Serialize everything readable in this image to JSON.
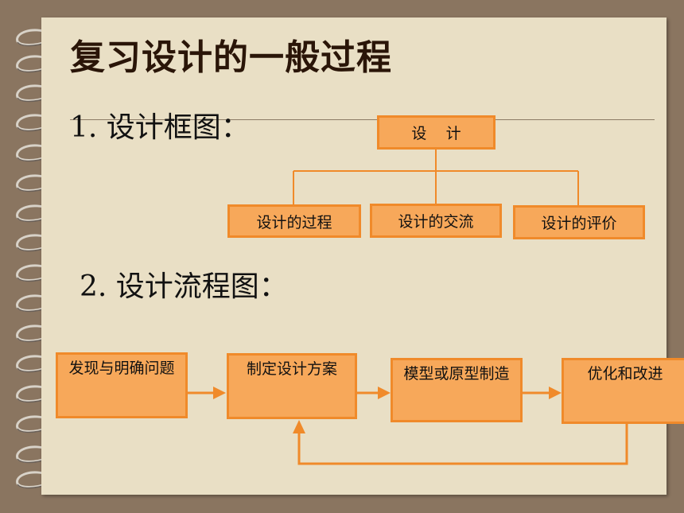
{
  "slide": {
    "title": "复习设计的一般过程",
    "heading1": "1. 设计框图：",
    "heading2": "2. 设计流程图："
  },
  "tree": {
    "root": "设    计",
    "children": [
      "设计的过程",
      "设计的交流",
      "设计的评价"
    ]
  },
  "flow": {
    "steps": [
      "发现与明确问题",
      "制定设计方案",
      "模型或原型制造",
      "优化和改进"
    ]
  },
  "colors": {
    "box_fill": "#f7a85a",
    "box_border": "#f08a2a",
    "paper": "#e9dfc5",
    "background": "#8a7560"
  }
}
